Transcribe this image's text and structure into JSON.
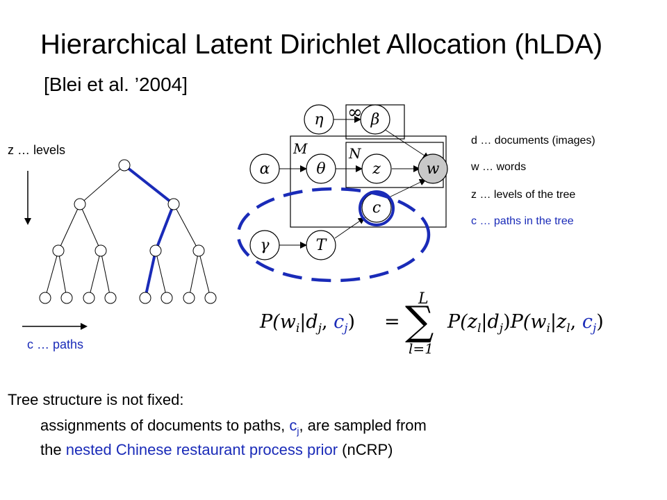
{
  "slide": {
    "title": "Hierarchical Latent Dirichlet Allocation (hLDA)",
    "citation": "[Blei et al. ’2004]"
  },
  "tree": {
    "levels_label": "z … levels",
    "paths_label": "c … paths"
  },
  "legend": {
    "d": "d … documents (images)",
    "w": "w … words",
    "z": "z … levels of the tree",
    "c": "c … paths in the tree"
  },
  "graphical_model": {
    "nodes": {
      "eta": "η",
      "beta": "β",
      "alpha": "α",
      "theta": "θ",
      "z": "z",
      "w": "w",
      "c": "c",
      "gamma": "γ",
      "T": "T"
    },
    "plates": {
      "infinity": "∞",
      "M": "M",
      "N": "N"
    }
  },
  "equation": {
    "lhs_p": "P(",
    "lhs_w": "w",
    "lhs_wi": "i",
    "lhs_bar": "|",
    "lhs_d": "d",
    "lhs_dj": "j",
    "lhs_comma": ", ",
    "lhs_c": "c",
    "lhs_cj": "j",
    "lhs_close": ")",
    "equals": "=",
    "sum_upper": "L",
    "sum_sign": "∑",
    "sum_lower": "l=1",
    "rhs_p1": "P(",
    "rhs_z": "z",
    "rhs_zl": "l",
    "rhs_bar1": "|",
    "rhs_d": "d",
    "rhs_dj": "j",
    "rhs_close1": ")",
    "rhs_p2": "P(",
    "rhs_w": "w",
    "rhs_wi": "i",
    "rhs_bar2": "|",
    "rhs_z2": "z",
    "rhs_zl2": "l",
    "rhs_comma": ", ",
    "rhs_c": "c",
    "rhs_cj": "j",
    "rhs_close2": ")"
  },
  "text": {
    "line1": "Tree structure is not fixed:",
    "line2_pre": "assignments of documents to paths, ",
    "line2_c": "c",
    "line2_sub": "j",
    "line2_post": ", are sampled from",
    "line3_pre": "the ",
    "line3_blue": "nested Chinese restaurant process prior",
    "line3_post": " (nCRP)"
  },
  "colors": {
    "accent_blue": "#1a2bb8",
    "node_fill_observed": "#c8c8c8"
  }
}
